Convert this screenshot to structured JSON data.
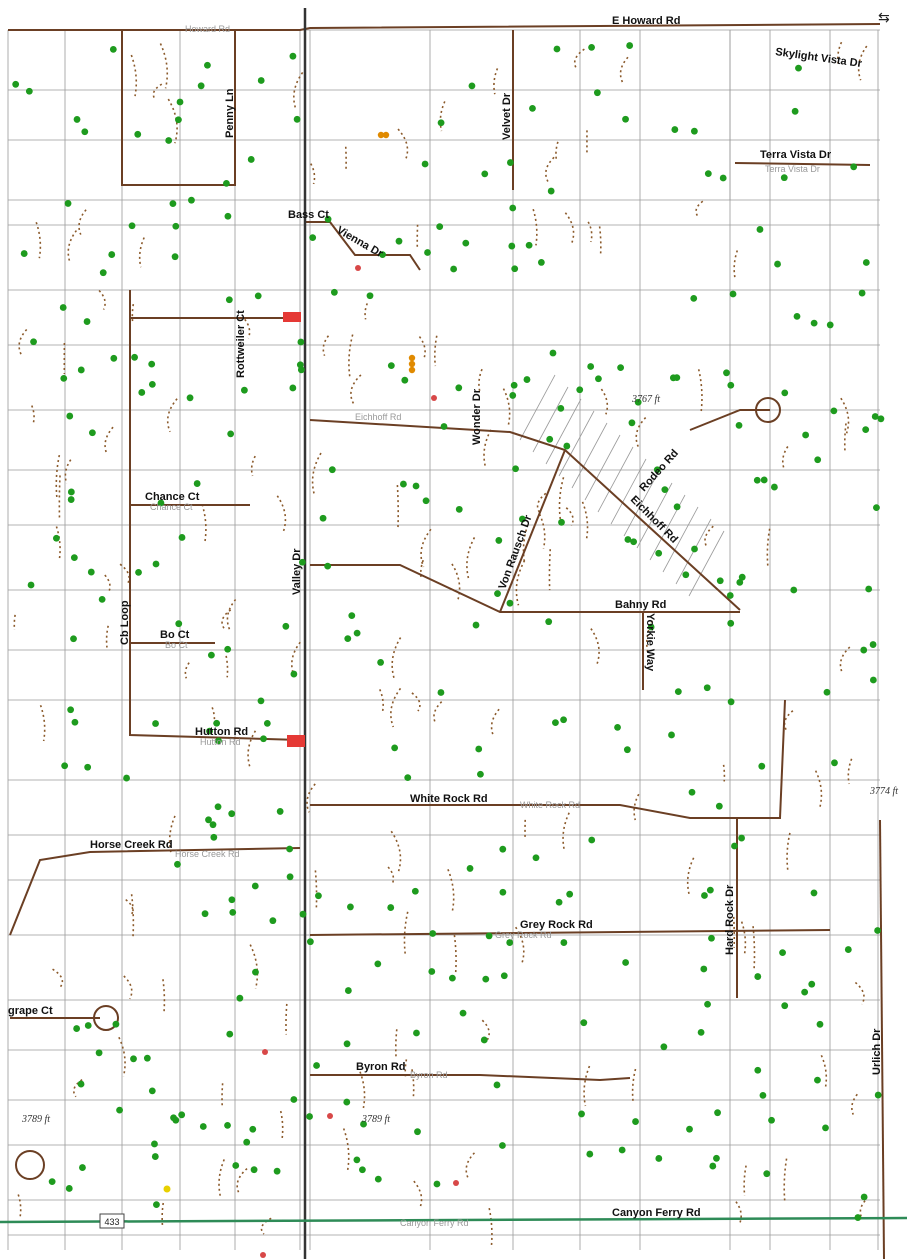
{
  "colors": {
    "background": "#ffffff",
    "road": "#6b3f24",
    "main_road": "#333333",
    "highway": "#2e8b57",
    "parcel_line": "#9a9a9a",
    "driveway": "#8b5a2b",
    "well_green": "#1e9b1e",
    "well_orange": "#e08a00",
    "well_red": "#d84848",
    "well_yellow": "#e8d000",
    "marker_red": "#e53935"
  },
  "roads": [
    {
      "key": "howard",
      "label": "E Howard Rd",
      "ghost": "Howard Rd"
    },
    {
      "key": "velvet",
      "label": "Velvet Dr"
    },
    {
      "key": "skylight",
      "label": "Skylight Vista Dr"
    },
    {
      "key": "terra",
      "label": "Terra Vista Dr",
      "ghost": "Terra Vista Dr"
    },
    {
      "key": "penny",
      "label": "Penny Ln"
    },
    {
      "key": "bass",
      "label": "Bass Ct"
    },
    {
      "key": "vienna",
      "label": "Vienna Dr"
    },
    {
      "key": "rottweiler",
      "label": "Rottweiler Ct"
    },
    {
      "key": "wonder",
      "label": "Wonder Dr"
    },
    {
      "key": "eichhoff",
      "label": "Eichhoff Rd",
      "ghost": "Eichhoff Rd"
    },
    {
      "key": "rodeo",
      "label": "Rodeo Rd"
    },
    {
      "key": "chance",
      "label": "Chance Ct",
      "ghost": "Chance Ct"
    },
    {
      "key": "valley",
      "label": "Valley Dr"
    },
    {
      "key": "vonrausch",
      "label": "Von Rausch Dr"
    },
    {
      "key": "bahny",
      "label": "Bahny Rd"
    },
    {
      "key": "cbloop",
      "label": "Cb Loop"
    },
    {
      "key": "boct",
      "label": "Bo Ct",
      "ghost": "Bo Ct"
    },
    {
      "key": "yorkie",
      "label": "Yorkie Way"
    },
    {
      "key": "hutton",
      "label": "Hutton Rd",
      "ghost": "Hutton Rd"
    },
    {
      "key": "whiterock",
      "label": "White Rock Rd",
      "ghost": "White Rock Rd"
    },
    {
      "key": "horsecreek",
      "label": "Horse Creek Rd",
      "ghost": "Horse Creek Rd"
    },
    {
      "key": "greyrock",
      "label": "Grey Rock Rd",
      "ghost": "Grey Rock Rd"
    },
    {
      "key": "hardrock",
      "label": "Hard Rock Dr"
    },
    {
      "key": "grape",
      "label": "grape Ct"
    },
    {
      "key": "urlich",
      "label": "Urlich Dr"
    },
    {
      "key": "byron",
      "label": "Byron Rd",
      "ghost": "Byron Rd"
    },
    {
      "key": "canyonferry",
      "label": "Canyon Ferry Rd",
      "ghost": "Canyon Ferry Rd"
    }
  ],
  "elevations": [
    "3767 ft",
    "3774 ft",
    "3789 ft",
    "3789 ft"
  ],
  "shield": "433"
}
